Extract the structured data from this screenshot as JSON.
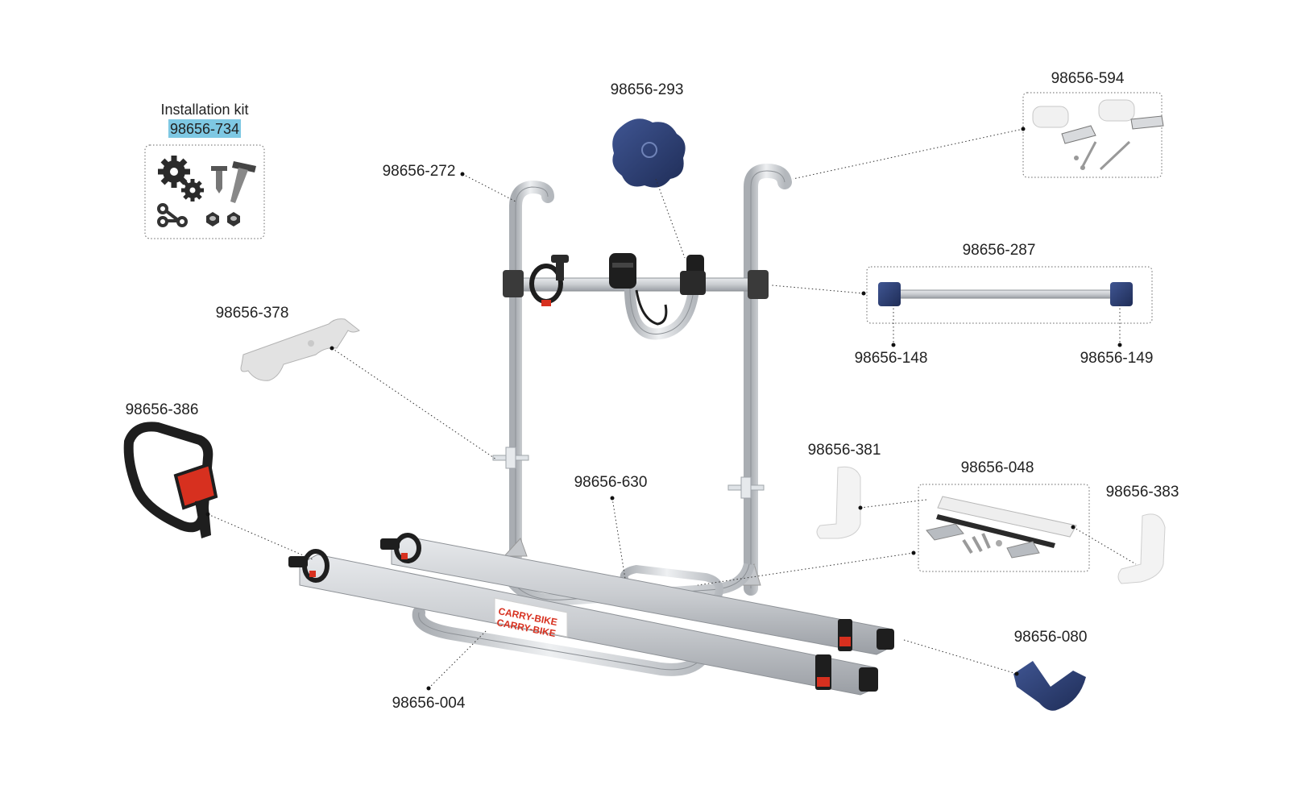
{
  "kit": {
    "title": "Installation kit",
    "code": "98656-734",
    "highlight": "#7ec8e3"
  },
  "labels": {
    "p293": "98656-293",
    "p594": "98656-594",
    "p272": "98656-272",
    "p287": "98656-287",
    "p148": "98656-148",
    "p149": "98656-149",
    "p378": "98656-378",
    "p386": "98656-386",
    "p381": "98656-381",
    "p048": "98656-048",
    "p383": "98656-383",
    "p630": "98656-630",
    "p080": "98656-080",
    "p004": "98656-004"
  },
  "rack_label": {
    "line1": "CARRY-BIKE",
    "line2": "CARRY-BIKE"
  },
  "colors": {
    "aluminium": "#c9ccd0",
    "aluminium_dark": "#9a9ea4",
    "navy_parts": "#2c3e70",
    "white_parts": "#eeeeee",
    "strap_black": "#1e1e1e",
    "strap_red": "#d7301f",
    "bracket_dark": "#3a3a3a"
  },
  "icons": [
    "gear-icon",
    "screw-icon",
    "link-icon",
    "nut-icon",
    "knob-icon",
    "clamp-icon",
    "strap-icon",
    "wheel-stop-icon",
    "bracket-icon"
  ]
}
